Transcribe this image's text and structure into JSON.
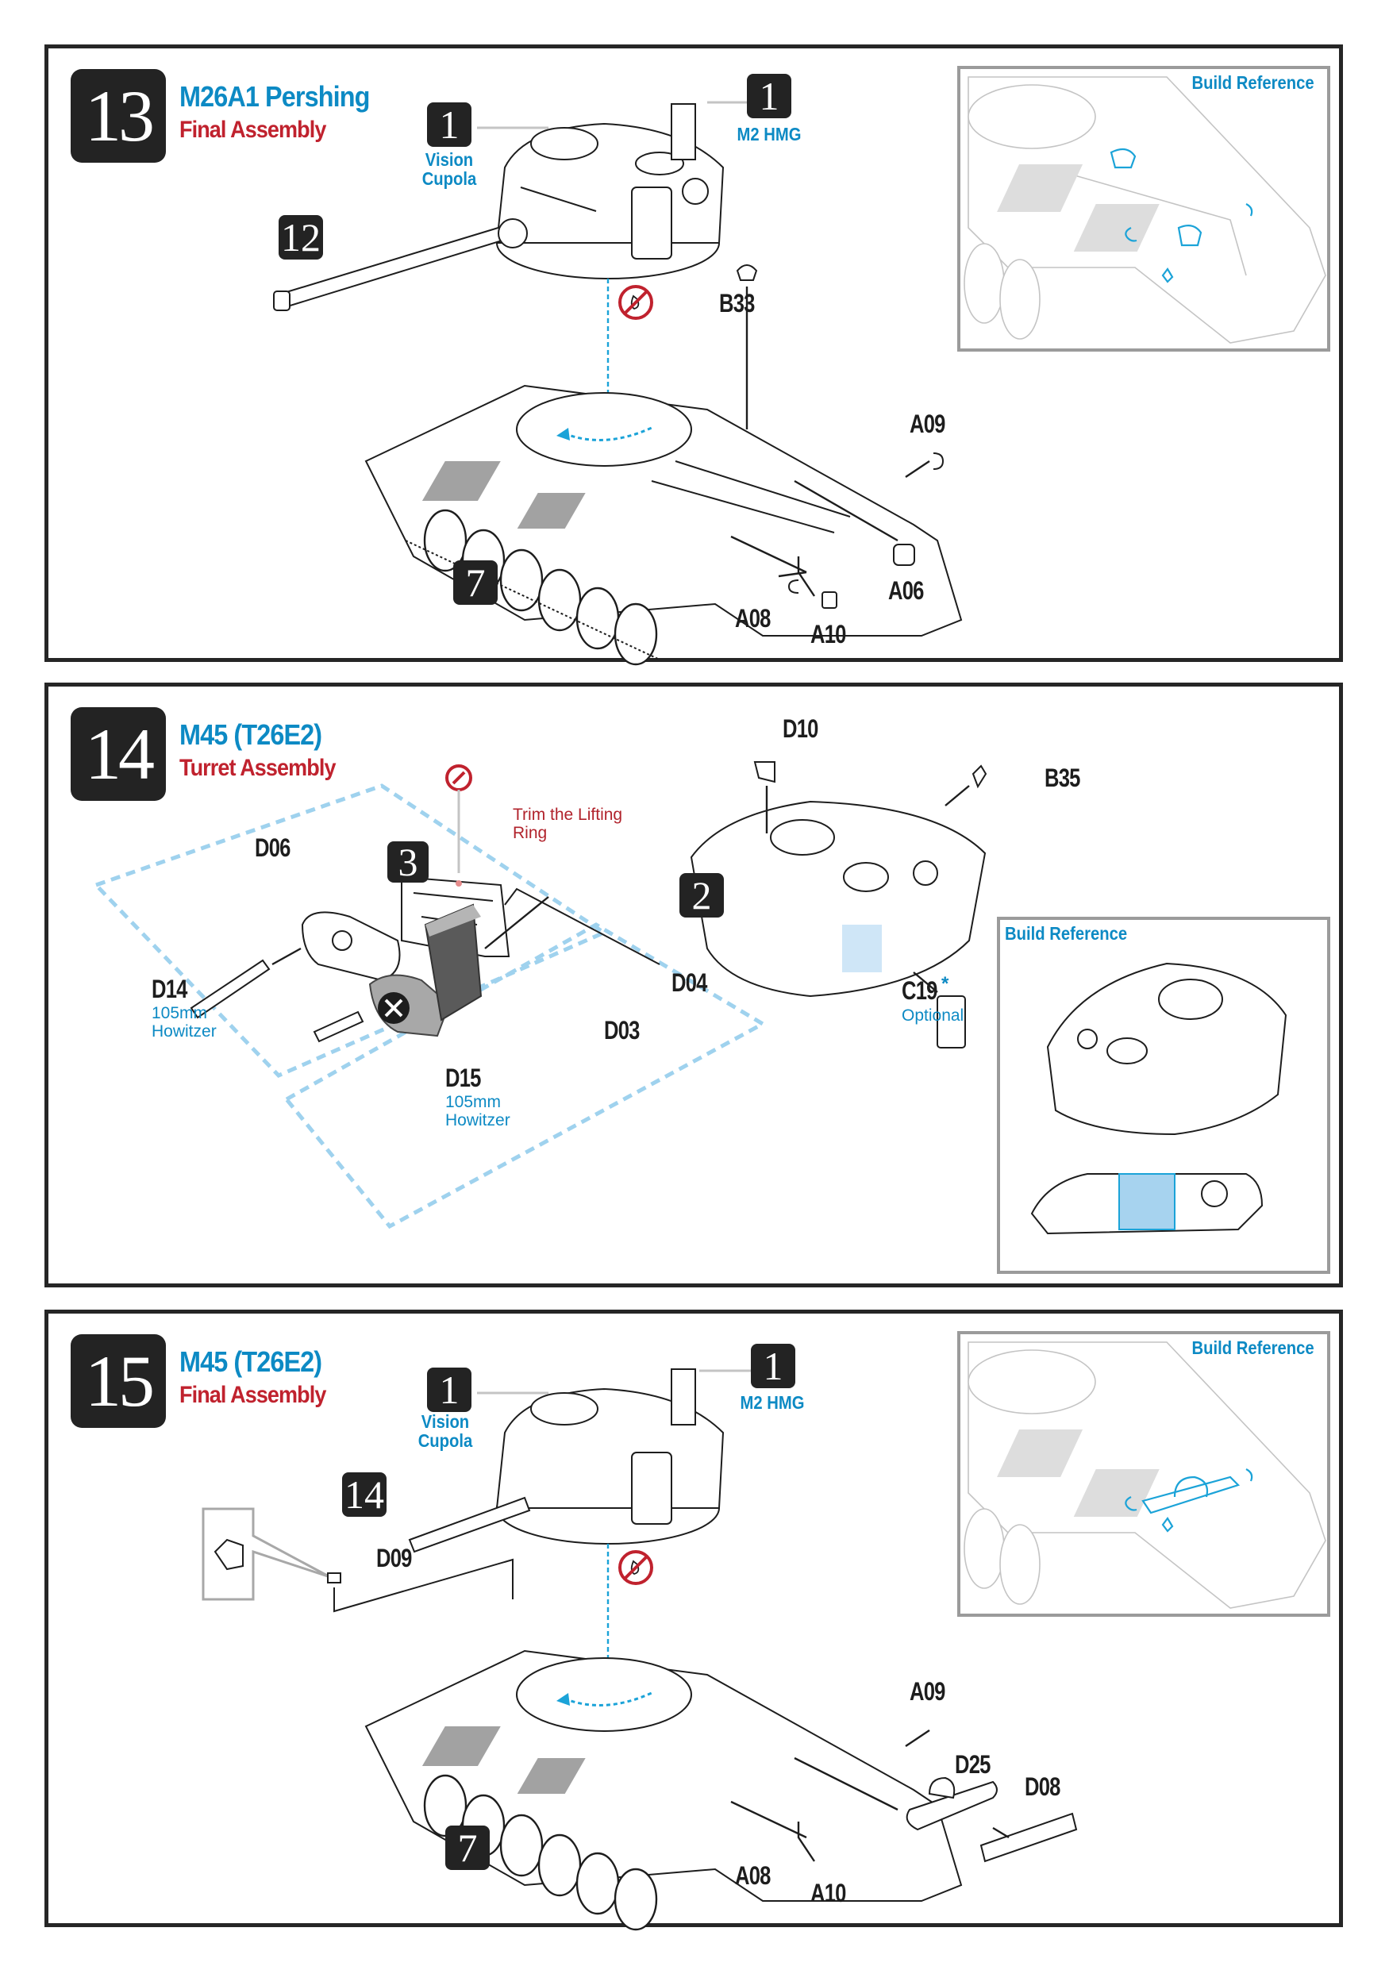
{
  "steps": [
    {
      "number": "13",
      "title": "M26A1 Pershing",
      "subtitle": "Final Assembly",
      "subassemblies": [
        {
          "number": "1",
          "caption": "Vision Cupola"
        },
        {
          "number": "1",
          "caption": "M2 HMG"
        },
        {
          "number": "12",
          "caption": ""
        },
        {
          "number": "7",
          "caption": ""
        }
      ],
      "parts": [
        "B33",
        "A09",
        "A06",
        "A08",
        "A10"
      ],
      "icons": [
        "no-glue-icon",
        "rotate-arrow-icon"
      ],
      "build_reference": {
        "label": "Build Reference"
      }
    },
    {
      "number": "14",
      "title": "M45 (T26E2)",
      "subtitle": "Turret Assembly",
      "trim_note": "Trim the Lifting Ring",
      "subassemblies": [
        {
          "number": "3",
          "caption": ""
        },
        {
          "number": "2",
          "caption": ""
        }
      ],
      "parts": [
        {
          "id": "D10",
          "note": ""
        },
        {
          "id": "B35",
          "note": ""
        },
        {
          "id": "D06",
          "note": ""
        },
        {
          "id": "D14",
          "note": "105mm Howitzer"
        },
        {
          "id": "D04",
          "note": ""
        },
        {
          "id": "D03",
          "note": ""
        },
        {
          "id": "D15",
          "note": "105mm Howitzer"
        },
        {
          "id": "C19",
          "marker": "*",
          "note": "Optional"
        }
      ],
      "icons": [
        "trim-knife-icon",
        "movable-part-icon"
      ],
      "build_reference": {
        "label": "Build Reference"
      }
    },
    {
      "number": "15",
      "title": "M45 (T26E2)",
      "subtitle": "Final Assembly",
      "subassemblies": [
        {
          "number": "1",
          "caption": "Vision Cupola"
        },
        {
          "number": "1",
          "caption": "M2 HMG"
        },
        {
          "number": "14",
          "caption": ""
        },
        {
          "number": "7",
          "caption": ""
        }
      ],
      "parts": [
        "D09",
        "A09",
        "D25",
        "D08",
        "A08",
        "A10"
      ],
      "icons": [
        "no-glue-icon",
        "rotate-arrow-icon"
      ],
      "build_reference": {
        "label": "Build Reference"
      }
    }
  ],
  "colors": {
    "title_blue": "#0d8ac4",
    "subtitle_red": "#c0222e",
    "step_badge": "#232323",
    "guide_dash": "#9fd2ee",
    "reference_highlight": "#1ba3d8"
  }
}
